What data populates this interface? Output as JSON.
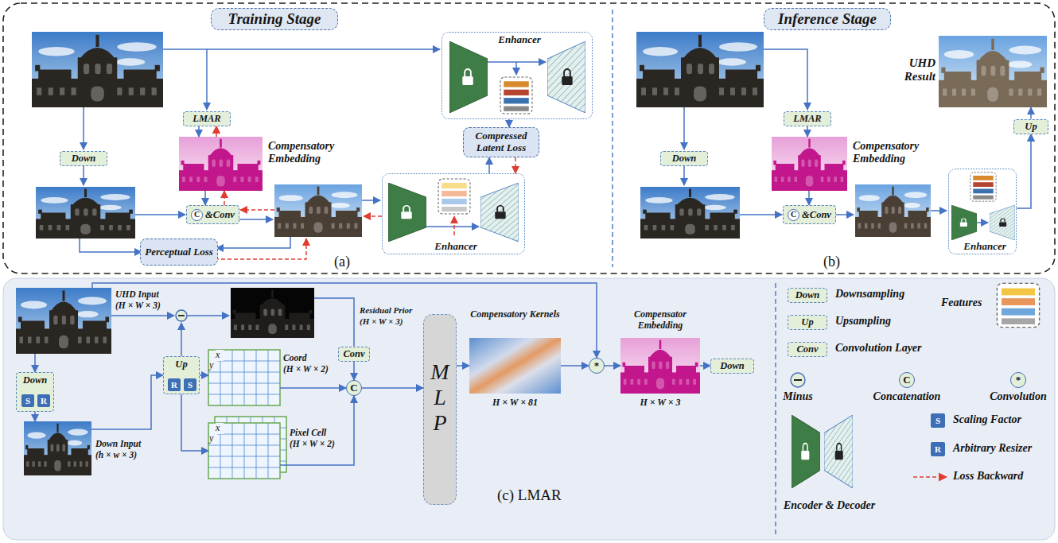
{
  "diagram": {
    "nodes": [
      {
        "text": [
          "Training Stage"
        ]
      },
      {
        "text": [
          "LMAR"
        ]
      },
      {
        "text": [
          "Compensatory Embedding"
        ]
      },
      {
        "text": [
          "Down"
        ]
      },
      {
        "text": [
          "C",
          "&Conv"
        ]
      },
      {
        "text": [
          "Enhancer"
        ]
      },
      {
        "text": [
          "Compressed Latent Loss"
        ]
      },
      {
        "text": [
          "Enhancer"
        ]
      },
      {
        "text": [
          "Perceptual Loss"
        ]
      },
      {
        "text": [
          "Inference Stage"
        ]
      },
      {
        "text": [
          "LMAR"
        ]
      },
      {
        "text": [
          "Compensatory Embedding"
        ]
      },
      {
        "text": [
          "Down"
        ]
      },
      {
        "text": [
          "C",
          "&Conv"
        ]
      },
      {
        "text": [
          "Enhancer"
        ]
      },
      {
        "text": [
          "Up"
        ]
      },
      {
        "text": [
          "UHD Result"
        ]
      },
      {
        "text": [
          "UHD Input",
          "(H × W × 3)"
        ]
      },
      {
        "text": [
          "Down"
        ]
      },
      {
        "text": [
          "S"
        ],
        "in": 18
      },
      {
        "text": [
          "R"
        ],
        "in": 18
      },
      {
        "text": [
          "Down Input",
          "(h × w × 3)"
        ]
      },
      {
        "text": [
          "Up"
        ]
      },
      {
        "text": [
          "R"
        ],
        "in": 22
      },
      {
        "text": [
          "S"
        ],
        "in": 22
      },
      {
        "text": [
          "Residual Prior",
          "(H × W × 3)"
        ]
      },
      {
        "text": [
          "Conv"
        ]
      },
      {
        "text": [
          "Coord",
          "(H × W × 2)",
          "x",
          "y"
        ]
      },
      {
        "text": [
          "Pixel Cell",
          "(H × W × 2)",
          "x",
          "y"
        ]
      },
      {
        "text": [
          "C"
        ]
      },
      {
        "text": [
          "M L P"
        ]
      },
      {
        "text": [
          "Compensatory Kernels",
          "H × W × 81"
        ]
      },
      {
        "text": [
          "*"
        ]
      },
      {
        "text": [
          "Compensator Embedding",
          "H × W × 3"
        ]
      },
      {
        "text": [
          "Down"
        ]
      },
      {
        "text": [
          "Down"
        ]
      },
      {
        "text": [
          "Up"
        ]
      },
      {
        "text": [
          "Conv"
        ]
      },
      {
        "text": [
          "C"
        ]
      },
      {
        "text": [
          "*"
        ]
      },
      {
        "text": [
          "S"
        ]
      },
      {
        "text": [
          "R"
        ]
      }
    ],
    "edges": [
      {
        "from": 1,
        "to": 2,
        "arrow": "to"
      },
      {
        "from": 2,
        "to": 1,
        "arrow": "to"
      },
      {
        "from": 2,
        "to": 4,
        "arrow": "to"
      },
      {
        "from": 4,
        "to": 2,
        "arrow": "to"
      },
      {
        "from": 5,
        "to": 6,
        "arrow": "to"
      },
      {
        "from": 7,
        "to": 6,
        "arrow": "to"
      },
      {
        "from": 6,
        "to": 7,
        "arrow": "to"
      },
      {
        "from": 10,
        "to": 11,
        "arrow": "to"
      },
      {
        "from": 11,
        "to": 13,
        "arrow": "to"
      },
      {
        "from": 14,
        "to": 15,
        "arrow": "to"
      },
      {
        "from": 15,
        "to": 16,
        "arrow": "to"
      },
      {
        "from": 17,
        "to": 18,
        "arrow": "to"
      },
      {
        "from": 18,
        "to": 21,
        "arrow": "to"
      },
      {
        "from": 21,
        "to": 22,
        "arrow": "to"
      },
      {
        "from": 22,
        "to": 27,
        "arrow": "to"
      },
      {
        "from": 22,
        "to": 28,
        "arrow": "to"
      },
      {
        "from": 25,
        "to": 26,
        "arrow": "none"
      },
      {
        "from": 26,
        "to": 29,
        "arrow": "to"
      },
      {
        "from": 27,
        "to": 29,
        "arrow": "to"
      },
      {
        "from": 28,
        "to": 29,
        "arrow": "to"
      },
      {
        "from": 29,
        "to": 30,
        "arrow": "to"
      },
      {
        "from": 30,
        "to": 31,
        "arrow": "to"
      },
      {
        "from": 31,
        "to": 32,
        "arrow": "to"
      },
      {
        "from": 17,
        "to": 32,
        "arrow": "to"
      },
      {
        "from": 32,
        "to": 33,
        "arrow": "to"
      },
      {
        "from": 33,
        "to": 34,
        "arrow": "to"
      }
    ],
    "labels": [
      "(a)",
      "(b)",
      "(c) LMAR"
    ],
    "legend": [
      {
        "text": "Downsampling"
      },
      {
        "text": "Upsampling"
      },
      {
        "text": "Convolution Layer"
      },
      {
        "text": "Minus"
      },
      {
        "text": "Concatenation"
      },
      {
        "text": "Convolution"
      },
      {
        "text": "Features"
      },
      {
        "text": "Scaling Factor"
      },
      {
        "text": "Arbitrary Resizer"
      },
      {
        "text": "Encoder & Decoder"
      },
      {
        "text": "Loss Backward"
      }
    ]
  }
}
